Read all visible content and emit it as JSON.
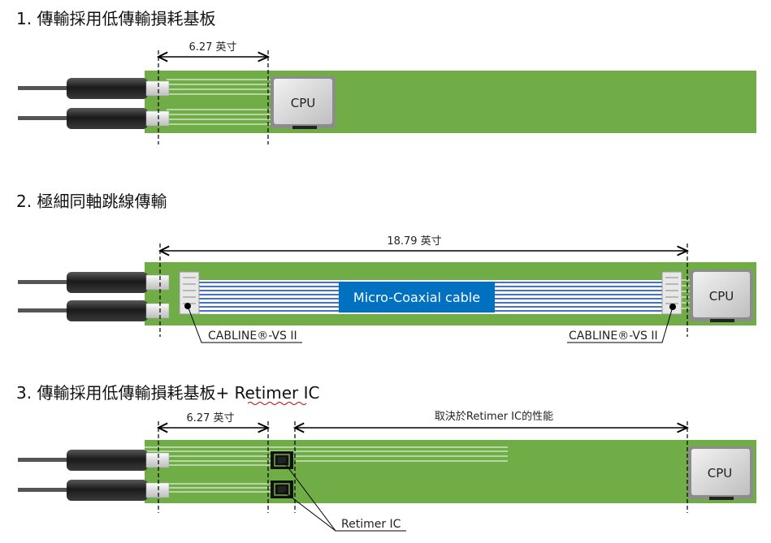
{
  "section1": {
    "title": "1. 傳輸採用低傳輸損耗基板",
    "dimension": "6.27 英寸",
    "cpu": "CPU"
  },
  "section2": {
    "title": "2. 極細同軸跳線傳輸",
    "dimension": "18.79 英寸",
    "cable_label": "Micro-Coaxial cable",
    "connector_left": "CABLINE®-VS II",
    "connector_right": "CABLINE®-VS II",
    "cpu": "CPU"
  },
  "section3": {
    "title": "3. 傳輸採用低傳輸損耗基板+ Retimer IC",
    "dimension": "6.27 英寸",
    "dimension_right": "取決於Retimer IC的性能",
    "ic_label": "Retimer IC",
    "cpu": "CPU"
  },
  "colors": {
    "board": "#70ad47",
    "cable_blue": "#4472c4",
    "label_bg": "#0070c0"
  }
}
